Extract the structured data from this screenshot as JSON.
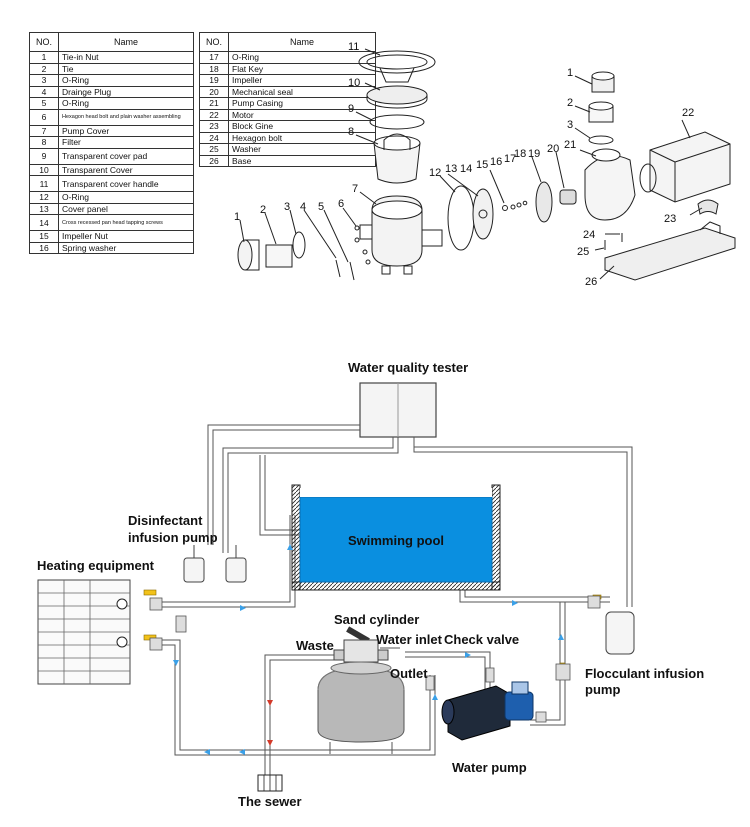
{
  "table1": {
    "header_no": "NO.",
    "header_name": "Name",
    "rows": [
      {
        "no": "1",
        "name": "Tie-in Nut"
      },
      {
        "no": "2",
        "name": "Tie"
      },
      {
        "no": "3",
        "name": "O-Ring"
      },
      {
        "no": "4",
        "name": "Drainge Plug"
      },
      {
        "no": "5",
        "name": "O-Ring"
      },
      {
        "no": "6",
        "name": "Hexagon head bolt and plain washer assembling"
      },
      {
        "no": "7",
        "name": "Pump Cover"
      },
      {
        "no": "8",
        "name": "Filter"
      },
      {
        "no": "9",
        "name": "Transparent cover pad"
      },
      {
        "no": "10",
        "name": "Transparent Cover"
      },
      {
        "no": "11",
        "name": "Transparent cover handle"
      },
      {
        "no": "12",
        "name": "O-Ring"
      },
      {
        "no": "13",
        "name": "Cover panel"
      },
      {
        "no": "14",
        "name": "Cross recessed pan head tapping screws"
      },
      {
        "no": "15",
        "name": "Impeller Nut"
      },
      {
        "no": "16",
        "name": "Spring washer"
      }
    ]
  },
  "table2": {
    "header_no": "NO.",
    "header_name": "Name",
    "rows": [
      {
        "no": "17",
        "name": "O-Ring"
      },
      {
        "no": "18",
        "name": "Flat Key"
      },
      {
        "no": "19",
        "name": "Impeller"
      },
      {
        "no": "20",
        "name": "Mechanical seal"
      },
      {
        "no": "21",
        "name": "Pump Casing"
      },
      {
        "no": "22",
        "name": "Motor"
      },
      {
        "no": "23",
        "name": "Block Gine"
      },
      {
        "no": "24",
        "name": "Hexagon bolt"
      },
      {
        "no": "25",
        "name": "Washer"
      },
      {
        "no": "26",
        "name": "Base"
      }
    ]
  },
  "exploded_labels": [
    "1",
    "2",
    "3",
    "4",
    "5",
    "6",
    "7",
    "8",
    "9",
    "10",
    "11",
    "12",
    "13",
    "14",
    "15",
    "16",
    "17",
    "18",
    "19",
    "20",
    "21",
    "22",
    "23",
    "24",
    "25",
    "26"
  ],
  "system": {
    "water_quality_tester": "Water quality tester",
    "disinfectant_pump": "Disinfectant\ninfusion pump",
    "heating_equipment": "Heating equipment",
    "swimming_pool": "Swimming pool",
    "sand_cylinder": "Sand cylinder",
    "waste": "Waste",
    "water_inlet": "Water inlet",
    "check_valve": "Check valve",
    "outlet": "Outlet",
    "flocculant_pump": "Flocculant infusion\npump",
    "water_pump": "Water pump",
    "sewer": "The sewer"
  },
  "colors": {
    "pool_blue": "#0a8fe0",
    "flow_arrow": "#3aa0e8",
    "waste_arrow": "#d23a2a",
    "valve_yellow": "#f2c21a"
  }
}
